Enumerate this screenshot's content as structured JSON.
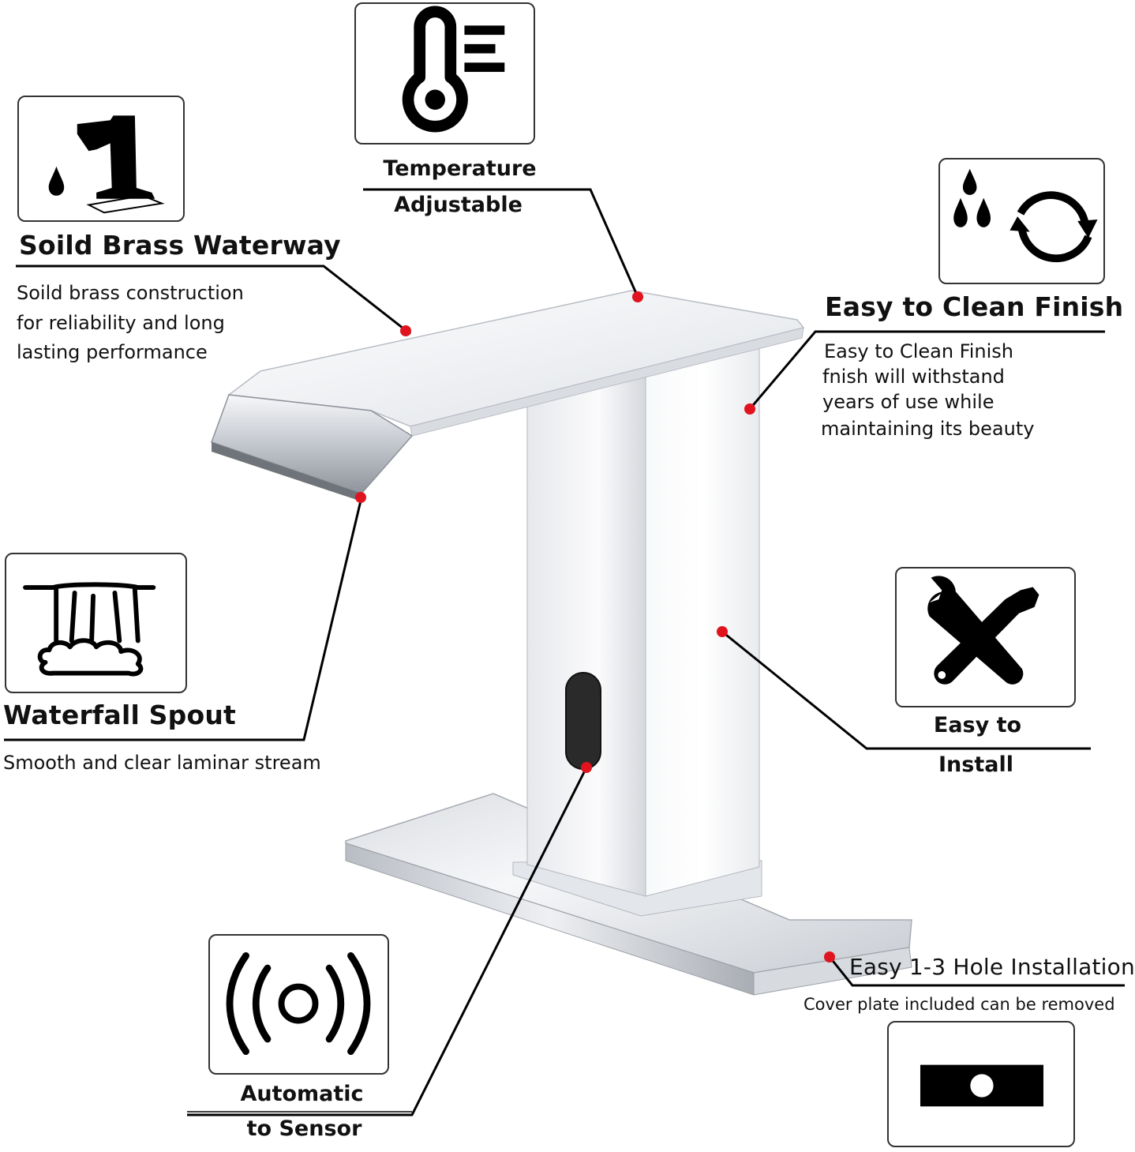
{
  "features": {
    "brass": {
      "icon": "faucet-drop-icon",
      "title": "Soild Brass Waterway",
      "desc": [
        "Soild brass construction",
        "for reliability and long",
        "lasting  performance"
      ]
    },
    "temperature": {
      "icon": "thermometer-icon",
      "lines": [
        "Temperature",
        "Adjustable"
      ]
    },
    "clean": {
      "icon": "drops-cycle-icon",
      "title": "Easy to Clean Finish",
      "desc": [
        "Easy to Clean Finish",
        "fnish will withstand",
        "years of use while",
        "maintaining its beauty"
      ]
    },
    "waterfall": {
      "icon": "waterfall-icon",
      "title": "Waterfall Spout",
      "desc": "Smooth and clear laminar stream"
    },
    "install": {
      "icon": "wrench-screwdriver-icon",
      "lines": [
        "Easy to",
        "Install"
      ]
    },
    "sensor": {
      "icon": "sensor-waves-icon",
      "lines": [
        "Automatic",
        "to Sensor"
      ]
    },
    "hole": {
      "icon": "cover-plate-icon",
      "title": "Easy 1-3 Hole Installation",
      "desc": "Cover plate included can be removed"
    }
  },
  "colors": {
    "dot": "#e0141e",
    "line": "#000000",
    "chrome_light": "#f4f5f7",
    "chrome_mid": "#c9ccd2",
    "chrome_dark": "#8a8e96",
    "sensor": "#2a2a2a"
  }
}
